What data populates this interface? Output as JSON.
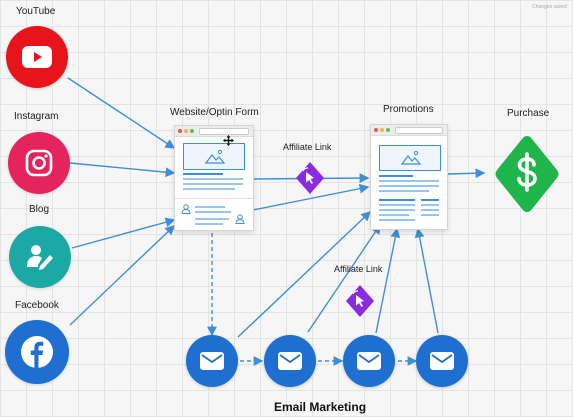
{
  "corner_note": "Changes saved",
  "sources": [
    {
      "label": "YouTube",
      "icon": "youtube-icon",
      "color": "#e8141c"
    },
    {
      "label": "Instagram",
      "icon": "instagram-icon",
      "color": "#e5245e"
    },
    {
      "label": "Blog",
      "icon": "blog-icon",
      "color": "#1ca9a6"
    },
    {
      "label": "Facebook",
      "icon": "facebook-icon",
      "color": "#1f6fd0"
    }
  ],
  "optin_label": "Website/Optin Form",
  "promotions_label": "Promotions",
  "purchase_label": "Purchase",
  "purchase_icon": "dollar-icon",
  "purchase_color": "#1fb54a",
  "affiliate_link_label": "Affiliate Link",
  "affiliate_link_label_2": "Affiliate Link",
  "affiliate_color": "#8a2be2",
  "email_marketing_label": "Email Marketing",
  "email_icon": "envelope-icon",
  "arrow_color": "#3e8fd8"
}
